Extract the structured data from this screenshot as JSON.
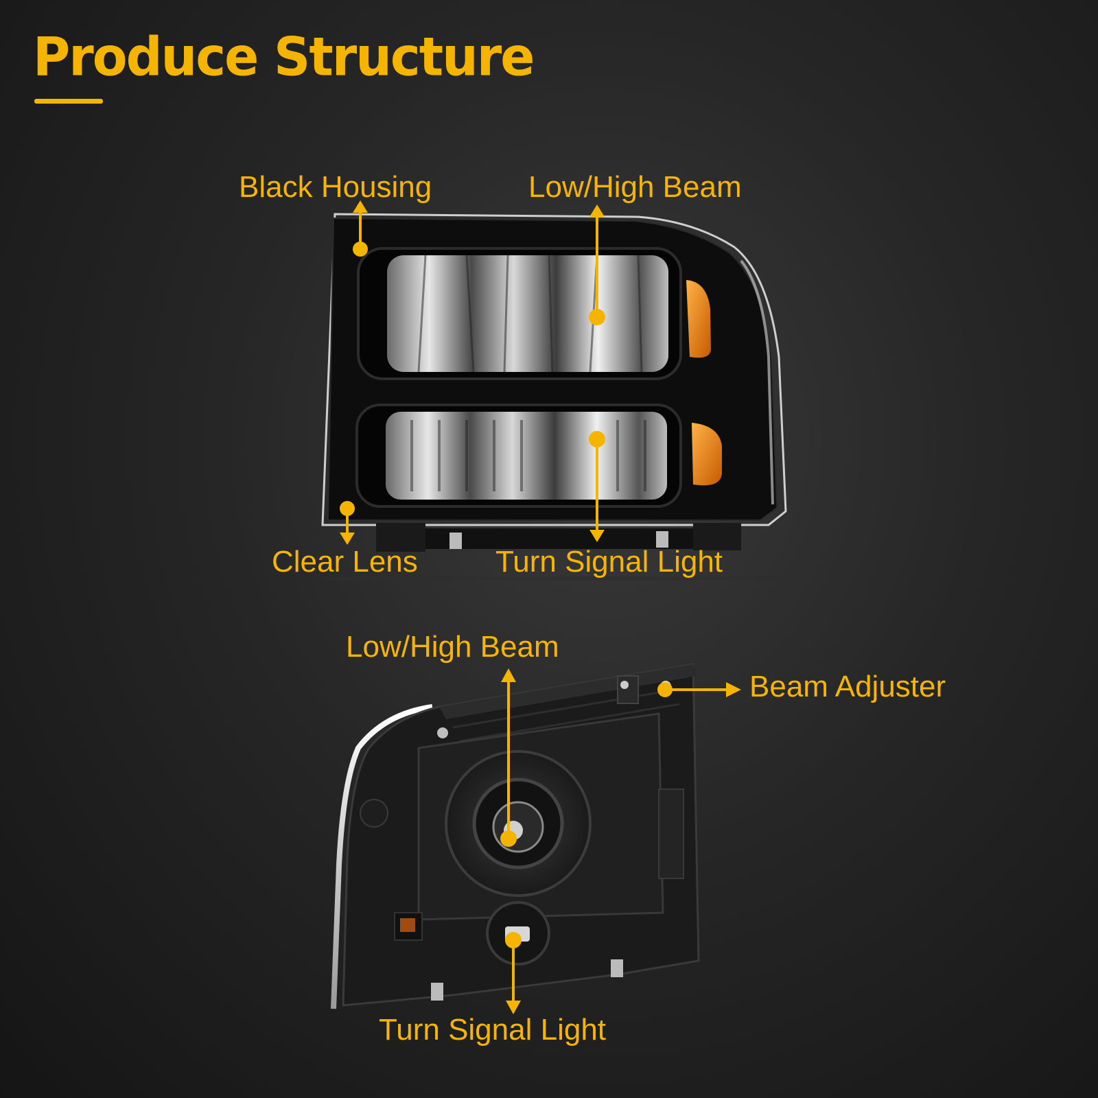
{
  "header": {
    "title": "Produce Structure"
  },
  "front_view": {
    "labels": {
      "black_housing": "Black Housing",
      "low_high_beam": "Low/High Beam",
      "clear_lens": "Clear Lens",
      "turn_signal_light": "Turn Signal Light"
    }
  },
  "rear_view": {
    "labels": {
      "low_high_beam": "Low/High Beam",
      "beam_adjuster": "Beam Adjuster",
      "turn_signal_light": "Turn Signal Light"
    }
  },
  "colors": {
    "accent": "#f5b400",
    "amber_marker": "#e8851a",
    "background": "#222222"
  }
}
